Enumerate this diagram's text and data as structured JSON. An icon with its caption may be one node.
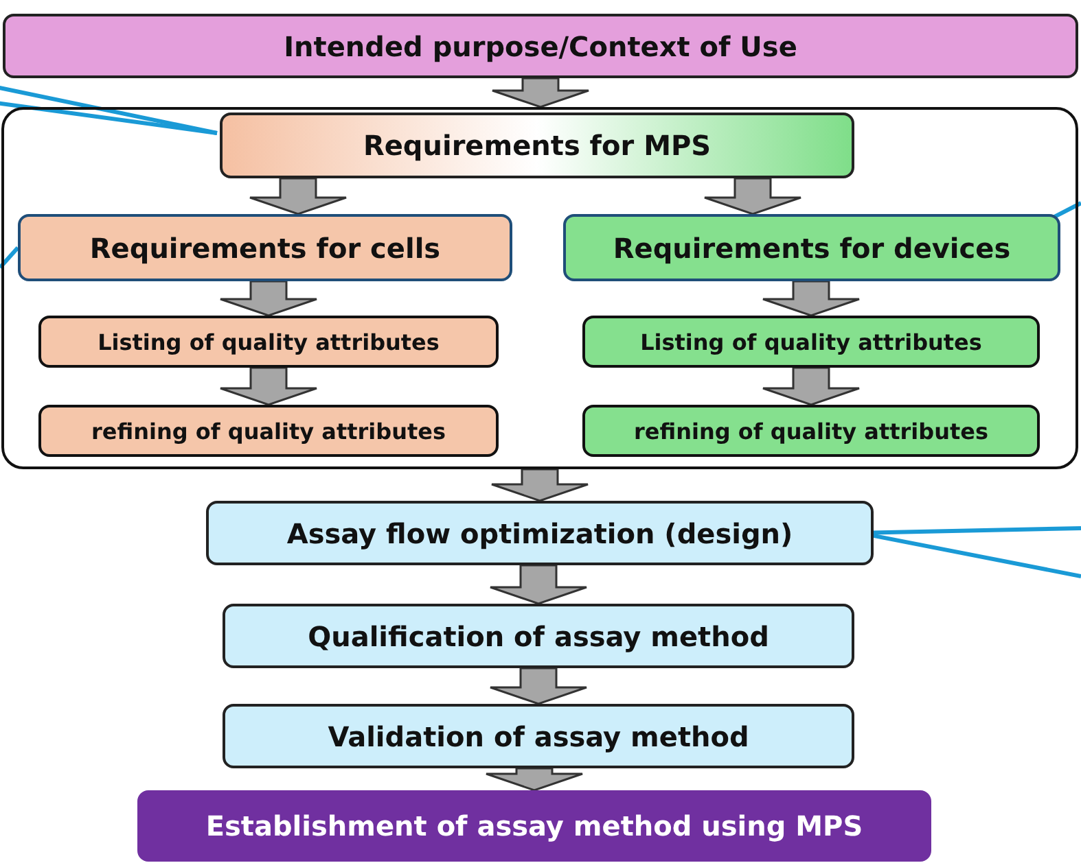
{
  "diagram": {
    "nodes": [
      {
        "text": [
          "Intended purpose/Context of Use"
        ]
      },
      {
        "text": [],
        "shape": "box"
      },
      {
        "text": [
          "Requirements for MPS"
        ],
        "in": 1
      },
      {
        "text": [
          "Requirements for cells"
        ],
        "in": 1
      },
      {
        "text": [
          "Requirements for devices"
        ],
        "in": 1
      },
      {
        "text": [
          "Listing of quality attributes"
        ],
        "in": 1
      },
      {
        "text": [
          "Listing of quality attributes"
        ],
        "in": 1
      },
      {
        "text": [
          "refining of quality attributes"
        ],
        "in": 1
      },
      {
        "text": [
          "refining of quality attributes"
        ],
        "in": 1
      },
      {
        "text": [
          "Assay flow optimization (design)"
        ]
      },
      {
        "text": [
          "Qualification of assay method"
        ]
      },
      {
        "text": [
          "Validation of assay method"
        ]
      },
      {
        "text": [
          "Establishment of assay method using MPS"
        ]
      }
    ],
    "edges": [
      {
        "from": 0,
        "to": 1,
        "arrow": "to"
      },
      {
        "from": 2,
        "to": 3,
        "arrow": "to"
      },
      {
        "from": 2,
        "to": 4,
        "arrow": "to"
      },
      {
        "from": 3,
        "to": 5,
        "arrow": "to"
      },
      {
        "from": 4,
        "to": 6,
        "arrow": "to"
      },
      {
        "from": 5,
        "to": 7,
        "arrow": "to"
      },
      {
        "from": 6,
        "to": 8,
        "arrow": "to"
      },
      {
        "from": 1,
        "to": 9,
        "arrow": "to"
      },
      {
        "from": 9,
        "to": 10,
        "arrow": "to"
      },
      {
        "from": 10,
        "to": 11,
        "arrow": "to"
      },
      {
        "from": 11,
        "to": 12,
        "arrow": "to"
      },
      {
        "from": null,
        "to": 2,
        "arrow": "none",
        "color": "#1a9ad6"
      },
      {
        "from": null,
        "to": 2,
        "arrow": "none",
        "color": "#1a9ad6"
      },
      {
        "from": null,
        "to": 3,
        "arrow": "none",
        "color": "#1a9ad6"
      },
      {
        "from": null,
        "to": 4,
        "arrow": "none",
        "color": "#1a9ad6"
      },
      {
        "from": null,
        "to": 9,
        "arrow": "none",
        "color": "#1a9ad6"
      },
      {
        "from": null,
        "to": 9,
        "arrow": "none",
        "color": "#1a9ad6"
      }
    ]
  }
}
